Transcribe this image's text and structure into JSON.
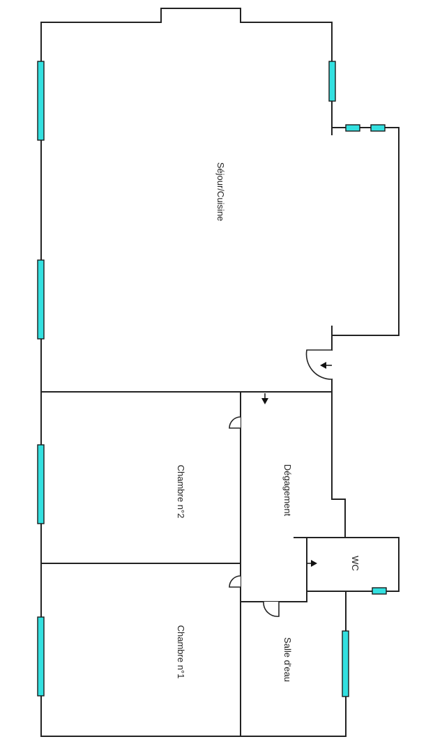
{
  "rooms": {
    "sejour": "Séjour/Cuisine",
    "chambre2": "Chambre n°2",
    "chambre1": "Chambre n°1",
    "degagement": "Dégagement",
    "wc": "WC",
    "salle_eau": "Salle d'eau"
  },
  "colors": {
    "wall": "#222222",
    "window": "#33e0e0",
    "background": "#ffffff"
  },
  "icons": {
    "window": "window-icon",
    "door": "door-swing-icon",
    "entrance": "entrance-arrow-icon"
  }
}
